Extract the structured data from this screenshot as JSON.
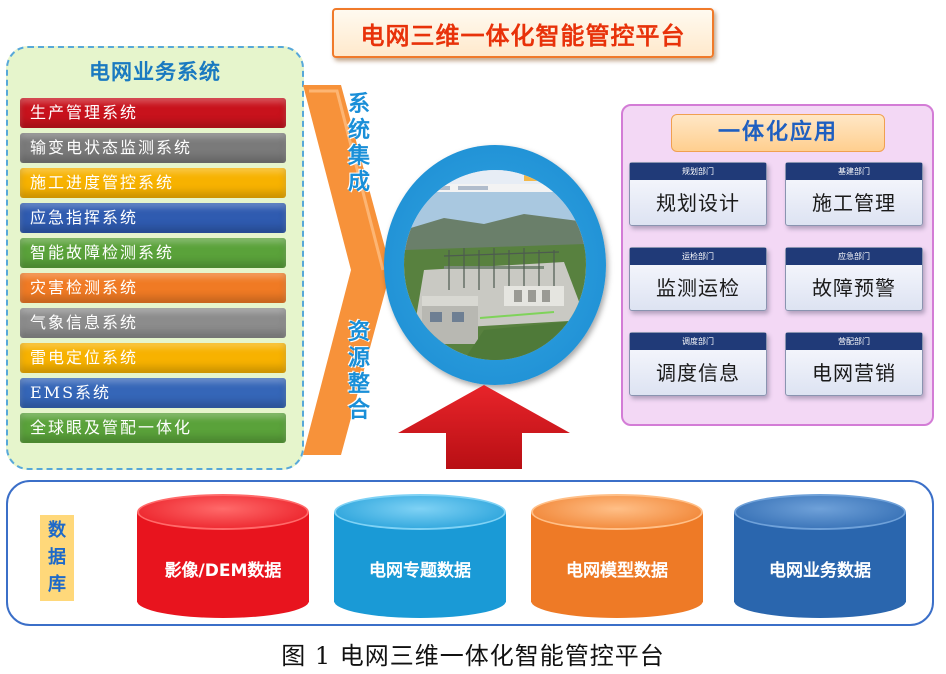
{
  "title": "电网三维一体化智能管控平台",
  "left_panel": {
    "title": "电网业务系统",
    "items": [
      {
        "label": "生产管理系统",
        "color": "#c8121c"
      },
      {
        "label": "输变电状态监测系统",
        "color": "#7a7a7a"
      },
      {
        "label": "施工进度管控系统",
        "color": "#f7b200"
      },
      {
        "label": "应急指挥系统",
        "color": "#2f5bb0"
      },
      {
        "label": "智能故障检测系统",
        "color": "#5aa23a"
      },
      {
        "label": "灾害检测系统",
        "color": "#f07a24"
      },
      {
        "label": "气象信息系统",
        "color": "#8c8c8c"
      },
      {
        "label": "雷电定位系统",
        "color": "#f7b200"
      },
      {
        "label": "EMS系统",
        "color": "#3566b8"
      },
      {
        "label": "全球眼及管配一体化",
        "color": "#5aa23a"
      }
    ]
  },
  "arrow": {
    "label_top": "系统集成",
    "label_bottom": "资源整合",
    "color": "#f7923a"
  },
  "right_panel": {
    "title": "一体化应用",
    "cards": [
      {
        "header": "规划部门",
        "label": "规划设计"
      },
      {
        "header": "基建部门",
        "label": "施工管理"
      },
      {
        "header": "运检部门",
        "label": "监测运检"
      },
      {
        "header": "应急部门",
        "label": "故障预警"
      },
      {
        "header": "调度部门",
        "label": "调度信息"
      },
      {
        "header": "营配部门",
        "label": "电网营销"
      }
    ]
  },
  "database": {
    "label": "数据库",
    "cylinders": [
      {
        "label": "影像/DEM数据",
        "color": "#e8141e",
        "top_color": "#ff6a6a"
      },
      {
        "label": "电网专题数据",
        "color": "#1a9ad6",
        "top_color": "#7fd2f5"
      },
      {
        "label": "电网模型数据",
        "color": "#ee7a26",
        "top_color": "#ffbf87"
      },
      {
        "label": "电网业务数据",
        "color": "#2a66ae",
        "top_color": "#6fa1d9"
      }
    ]
  },
  "up_arrow_color": "#d4161c",
  "caption": "图 1  电网三维一体化智能管控平台"
}
